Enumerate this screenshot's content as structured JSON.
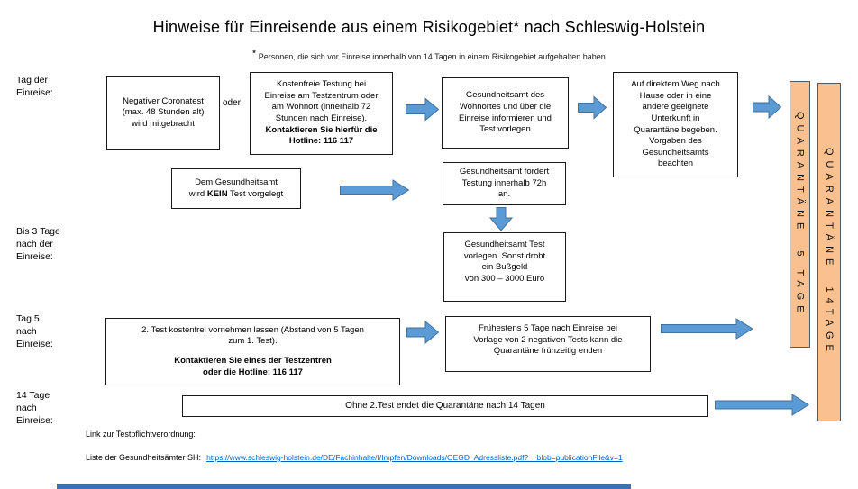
{
  "header": {
    "title": "Hinweise für Einreisende aus einem Risikogebiet* nach Schleswig-Holstein",
    "subtitle_star": "*",
    "subtitle": "Personen, die sich vor Einreise innerhalb von 14 Tagen in einem Risikogebiet aufgehalten haben"
  },
  "row_labels": {
    "day_of_entry": "Tag der\nEinreise:",
    "up_to_3_days": "Bis 3 Tage\nnach der\nEinreise:",
    "day_5": "Tag 5\nnach\nEinreise:",
    "day_14": "14 Tage\nnach\nEinreise:"
  },
  "boxes": {
    "negative_test": "Negativer Coronatest\n(max. 48 Stunden alt)\nwird mitgebracht",
    "or_label": "oder",
    "free_testing": "Kostenfreie Testung bei\nEinreise am Testzentrum oder\nam Wohnort (innerhalb 72\nStunden nach Einreise).",
    "free_testing_bold": "Kontaktieren Sie hierfür die\nHotline: 116 117",
    "health_office_inform": "Gesundheitsamt des\nWohnortes und über die\nEinreise informieren und\nTest vorlegen",
    "direct_way_home": "Auf direktem Weg nach\nHause oder in eine\nandere geeignete\nUnterkunft in\nQuarantäne begeben.\nVorgaben des\nGesundheitsamts\nbeachten",
    "no_test_line1": "Dem Gesundheitsamt",
    "no_test_line2_pre": "wird ",
    "no_test_bold": "KEIN",
    "no_test_line2_post": " Test vorgelegt",
    "office_demands_test": "Gesundheitsamt fordert\nTestung innerhalb 72h\nan.",
    "fine_warning": "Gesundheitsamt Test\nvorlegen. Sonst droht\nein Bußgeld\nvon 300 – 3000 Euro",
    "second_test": "2. Test kostenfrei vornehmen lassen (Abstand von 5 Tagen\nzum 1. Test).",
    "second_test_bold": "Kontaktieren Sie eines der Testzentren\noder die Hotline: 116 117",
    "early_end": "Frühestens 5 Tage nach Einreise bei\nVorlage von 2 negativen Tests kann die\nQuarantäne frühzeitig enden",
    "no_second_test": "Ohne 2.Test endet die Quarantäne nach 14 Tagen"
  },
  "quarantine_bars": {
    "five_days": "QUARANTÄNE  5 TAGE",
    "fourteen_days": "QUARANTÄNE  14TAGE"
  },
  "footer": {
    "testpflicht_label": "Link zur Testpflichtverordnung:",
    "gesundheitsaemter_label": "Liste der Gesundheitsämter SH:",
    "gesundheitsaemter_link": "https://www.schleswig-holstein.de/DE/Fachinhalte/I/Impfen/Downloads/OEGD_Adressliste.pdf?__blob=publicationFile&v=1"
  },
  "colors": {
    "arrow_fill": "#5B9BD5",
    "arrow_stroke": "#41719C",
    "bar_fill": "#FAC090",
    "bar_border": "#595959",
    "link": "#0563C1"
  }
}
